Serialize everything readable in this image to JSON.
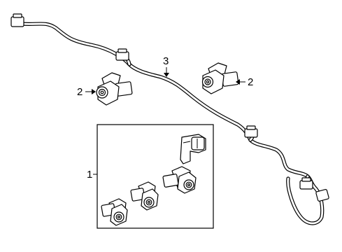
{
  "callouts": {
    "kit": "1",
    "sensor_left": "2",
    "sensor_right": "2",
    "harness": "3"
  },
  "colors": {
    "line": "#000000",
    "background": "#ffffff"
  }
}
